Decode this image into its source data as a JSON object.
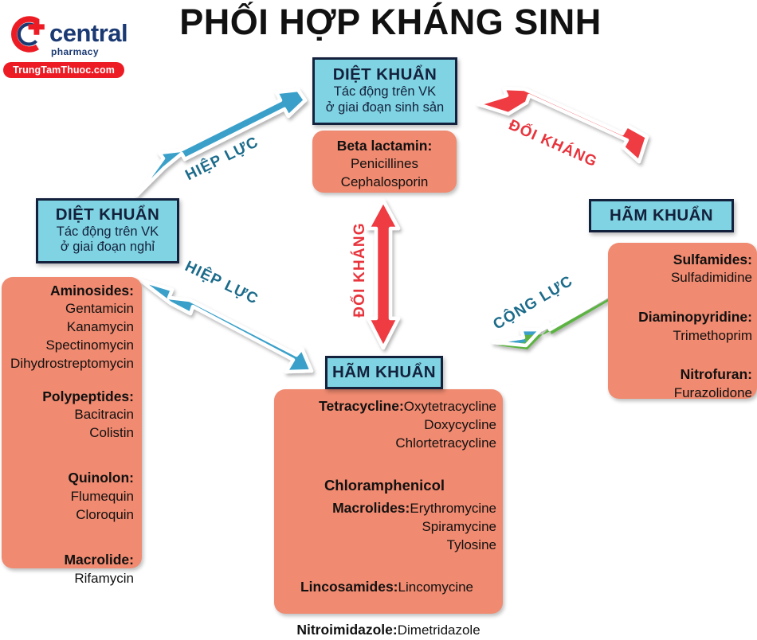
{
  "page": {
    "title": "PHỐI HỢP KHÁNG SINH"
  },
  "logo": {
    "mark_icon": "central-pharmacy-c-plus-icon",
    "wordmark": "central",
    "tagline": "pharmacy",
    "ribbon": "TrungTamThuoc.com",
    "brand_red": "#ed1c24",
    "brand_navy": "#1b3a73"
  },
  "colors": {
    "cyan_box": "#7fd3e2",
    "cyan_border": "#14213d",
    "salmon_box": "#f08a70",
    "arrow_blue": "#3aa0c9",
    "arrow_red": "#ef3b42",
    "arrow_green": "#5cb343",
    "label_blue": "#1b6b8a",
    "label_red": "#e8343c"
  },
  "nodes": {
    "top": {
      "header": "DIỆT KHUẨN",
      "line1": "Tác động trên VK",
      "line2": "ở giai đoạn sinh sản",
      "drugs": [
        {
          "class": "Beta lactamin:",
          "members": [
            "Penicillines",
            "Cephalosporin"
          ]
        }
      ]
    },
    "left": {
      "header": "DIỆT KHUẨN",
      "line1": "Tác động trên VK",
      "line2": "ở giai đoạn nghỉ",
      "drugs": [
        {
          "class": "Aminosides:",
          "members": [
            "Gentamicin",
            "Kanamycin",
            "Spectinomycin",
            "Dihydrostreptomycin"
          ]
        },
        {
          "class": "Polypeptides:",
          "members": [
            "Bacitracin",
            "Colistin"
          ]
        },
        {
          "class": "Quinolon:",
          "members": [
            "Flumequin",
            "Cloroquin"
          ]
        },
        {
          "class": "Macrolide:",
          "members": [
            "Rifamycin"
          ]
        }
      ]
    },
    "right": {
      "header": "HÃM KHUẨN",
      "drugs": [
        {
          "class": "Sulfamides:",
          "members": [
            "Sulfadimidine"
          ]
        },
        {
          "class": "Diaminopyridine:",
          "members": [
            "Trimethoprim"
          ]
        },
        {
          "class": "Nitrofuran:",
          "members": [
            "Furazolidone"
          ]
        }
      ]
    },
    "bottom": {
      "header": "HÃM KHUẨN",
      "drugs": [
        {
          "class": "Tetracycline:",
          "inline": "Oxytetracycline",
          "members": [
            "Doxycycline",
            "Chlortetracycline"
          ]
        },
        {
          "class": "Chloramphenicol",
          "inline": "",
          "members": []
        },
        {
          "class": "Macrolides:",
          "inline": "Erythromycine",
          "members": [
            "Spiramycine",
            "Tylosine"
          ]
        },
        {
          "class": "Lincosamides:",
          "inline": "Lincomycine",
          "members": []
        },
        {
          "class": "Nitroimidazole:",
          "inline": "Dimetridazole",
          "members": []
        }
      ]
    }
  },
  "relations": [
    {
      "id": "top-left",
      "label": "HIỆP LỰC",
      "color": "blue",
      "kind": "synergy"
    },
    {
      "id": "top-right",
      "label": "ĐỐI KHÁNG",
      "color": "red",
      "kind": "antagonism"
    },
    {
      "id": "bottom-left",
      "label": "HIỆP LỰC",
      "color": "blue",
      "kind": "synergy"
    },
    {
      "id": "bottom-right",
      "label": "CỘNG LỰC",
      "color": "blue-green",
      "kind": "additive"
    },
    {
      "id": "center",
      "label": "ĐỐI KHÁNG",
      "color": "red",
      "kind": "antagonism"
    }
  ]
}
